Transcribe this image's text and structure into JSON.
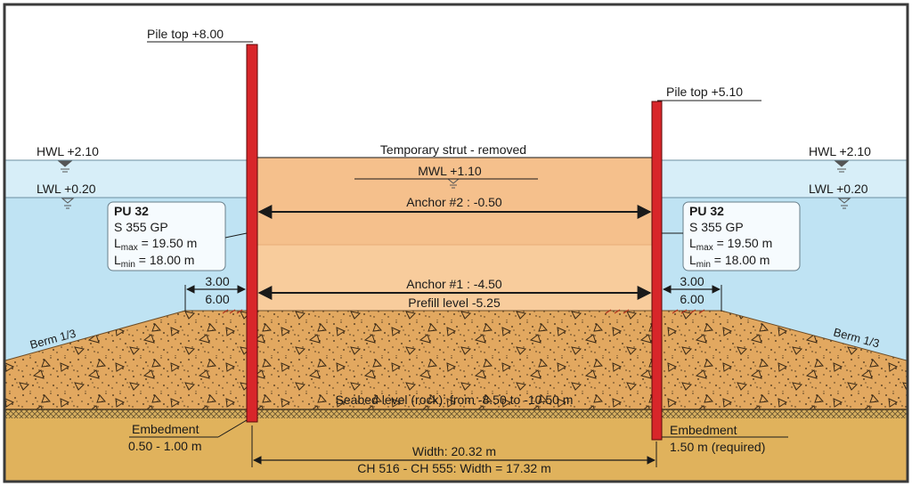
{
  "piles": {
    "left_top": "Pile top +8.00",
    "right_top": "Pile top +5.10"
  },
  "water": {
    "hwl_left": "HWL +2.10",
    "hwl_right": "HWL +2.10",
    "lwl_left": "LWL +0.20",
    "lwl_right": "LWL +0.20",
    "mwl": "MWL +1.10"
  },
  "levels": {
    "strut": "Temporary strut - removed",
    "anchor2": "Anchor #2 : -0.50",
    "anchor1": "Anchor #1 : -4.50",
    "prefill": "Prefill level -5.25",
    "seabed": "Seabed level (rock): from -8.50 to -10.50 m"
  },
  "spec_left": {
    "section": "PU 32",
    "grade": "S 355 GP",
    "lmax_L": "L",
    "lmax_sub": "max",
    "lmax_val": " = 19.50 m",
    "lmin_L": "L",
    "lmin_sub": "min",
    "lmin_val": "  = 18.00 m"
  },
  "spec_right": {
    "section": "PU 32",
    "grade": "S 355 GP",
    "lmax_L": "L",
    "lmax_sub": "max",
    "lmax_val": " = 19.50 m",
    "lmin_L": "L",
    "lmin_sub": "min",
    "lmin_val": "  = 18.00 m"
  },
  "berm": {
    "left_top": "3.00",
    "left_bottom": "6.00",
    "right_top": "3.00",
    "right_bottom": "6.00",
    "left_slope": "Berm 1/3",
    "right_slope": "Berm 1/3"
  },
  "embedment": {
    "left_title": "Embedment",
    "left_value": "0.50 - 1.00 m",
    "right_title": "Embedment",
    "right_value": "1.50 m (required)"
  },
  "width": {
    "main": "Width: 20.32 m",
    "alt": "CH 516 - CH 555: Width = 17.32 m"
  },
  "colors": {
    "sky": "#ffffff",
    "water_upper": "#d7eef8",
    "water_lower": "#bfe3f3",
    "pit_fill": "#f5c08c",
    "pit_fill_light": "#f8cc9c",
    "gravel": "#e2a860",
    "gravel_dark": "#d2974e",
    "rock": "#e0b25c",
    "pile": "#d8262a",
    "frame": "#3a3a3a"
  }
}
